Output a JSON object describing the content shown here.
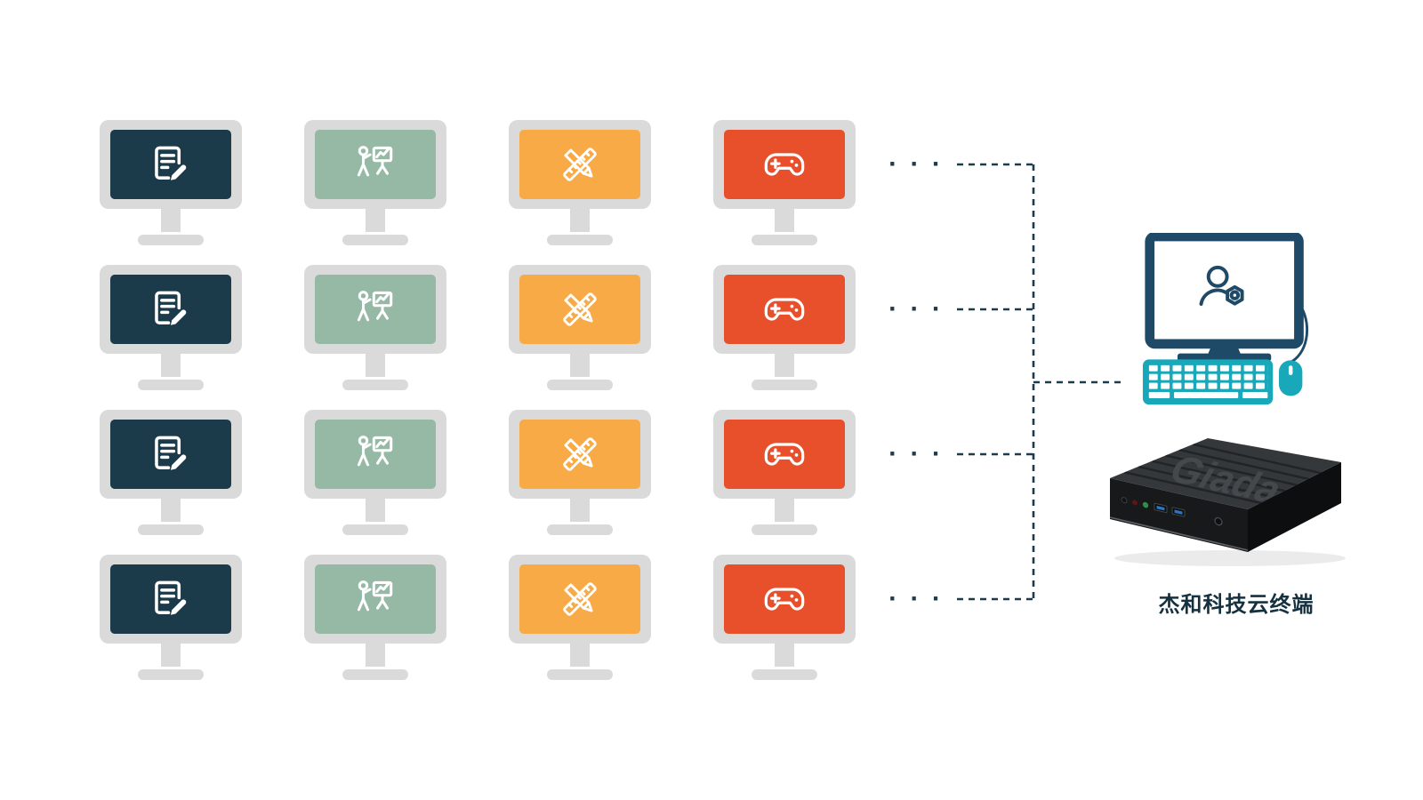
{
  "diagram": {
    "client_grid": {
      "rows": 4,
      "ellipsis": "· · ·",
      "frame_color": "#dadada",
      "icon_color": "#ffffff",
      "columns": [
        {
          "id": "office",
          "icon": "document-edit-icon",
          "screen_color": "#1b3a4a"
        },
        {
          "id": "presentation",
          "icon": "presentation-chart-icon",
          "screen_color": "#96b9a6"
        },
        {
          "id": "design",
          "icon": "ruler-pencil-icon",
          "screen_color": "#f8aa47"
        },
        {
          "id": "gaming",
          "icon": "gamepad-icon",
          "screen_color": "#e8502c"
        }
      ]
    },
    "connectors": {
      "color": "#1c3b4d",
      "style": "dashed"
    },
    "host": {
      "monitor_color": "#1e4a68",
      "keyboard_color": "#18a8ba",
      "user_icon": "user-gear-icon",
      "device": {
        "brand": "Giada",
        "label": "杰和科技云终端"
      }
    }
  }
}
